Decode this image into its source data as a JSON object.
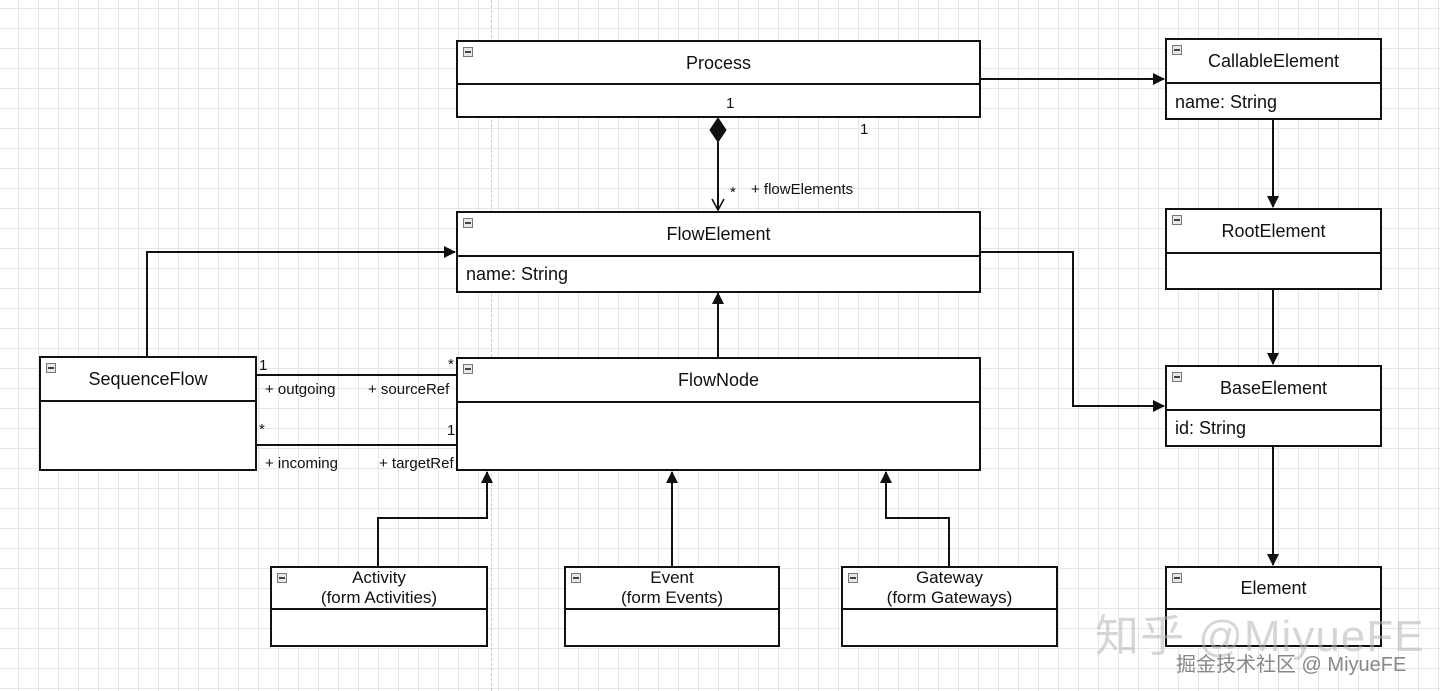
{
  "classes": {
    "process": {
      "name": "Process",
      "attr": ""
    },
    "callable": {
      "name": "CallableElement",
      "attr": "name: String"
    },
    "flowelement": {
      "name": "FlowElement",
      "attr": "name: String"
    },
    "rootelement": {
      "name": "RootElement",
      "attr": ""
    },
    "sequenceflow": {
      "name": "SequenceFlow",
      "attr": ""
    },
    "flownode": {
      "name": "FlowNode",
      "attr": ""
    },
    "baseelement": {
      "name": "BaseElement",
      "attr": "id: String"
    },
    "activity": {
      "name": "Activity",
      "sub": "(form Activities)"
    },
    "event": {
      "name": "Event",
      "sub": "(form Events)"
    },
    "gateway": {
      "name": "Gateway",
      "sub": "(form Gateways)"
    },
    "element": {
      "name": "Element",
      "attr": ""
    }
  },
  "labels": {
    "process_mult_1": "1",
    "process_callable_mult": "1",
    "flow_elements_mult": "*",
    "flow_elements_role": "+ flowElements",
    "seq_outgoing_mult": "1",
    "seq_outgoing_role": "+ outgoing",
    "seq_source_mult": "*",
    "seq_source_role": "+ sourceRef",
    "seq_incoming_mult": "*",
    "seq_incoming_role": "+ incoming",
    "seq_target_mult": "1",
    "seq_target_role": "+ targetRef"
  },
  "watermark": {
    "main": "知乎 @MiyueFE",
    "sub": "掘金技术社区 @ MiyueFE"
  },
  "icons": {
    "collapse": "minus-box-icon"
  }
}
